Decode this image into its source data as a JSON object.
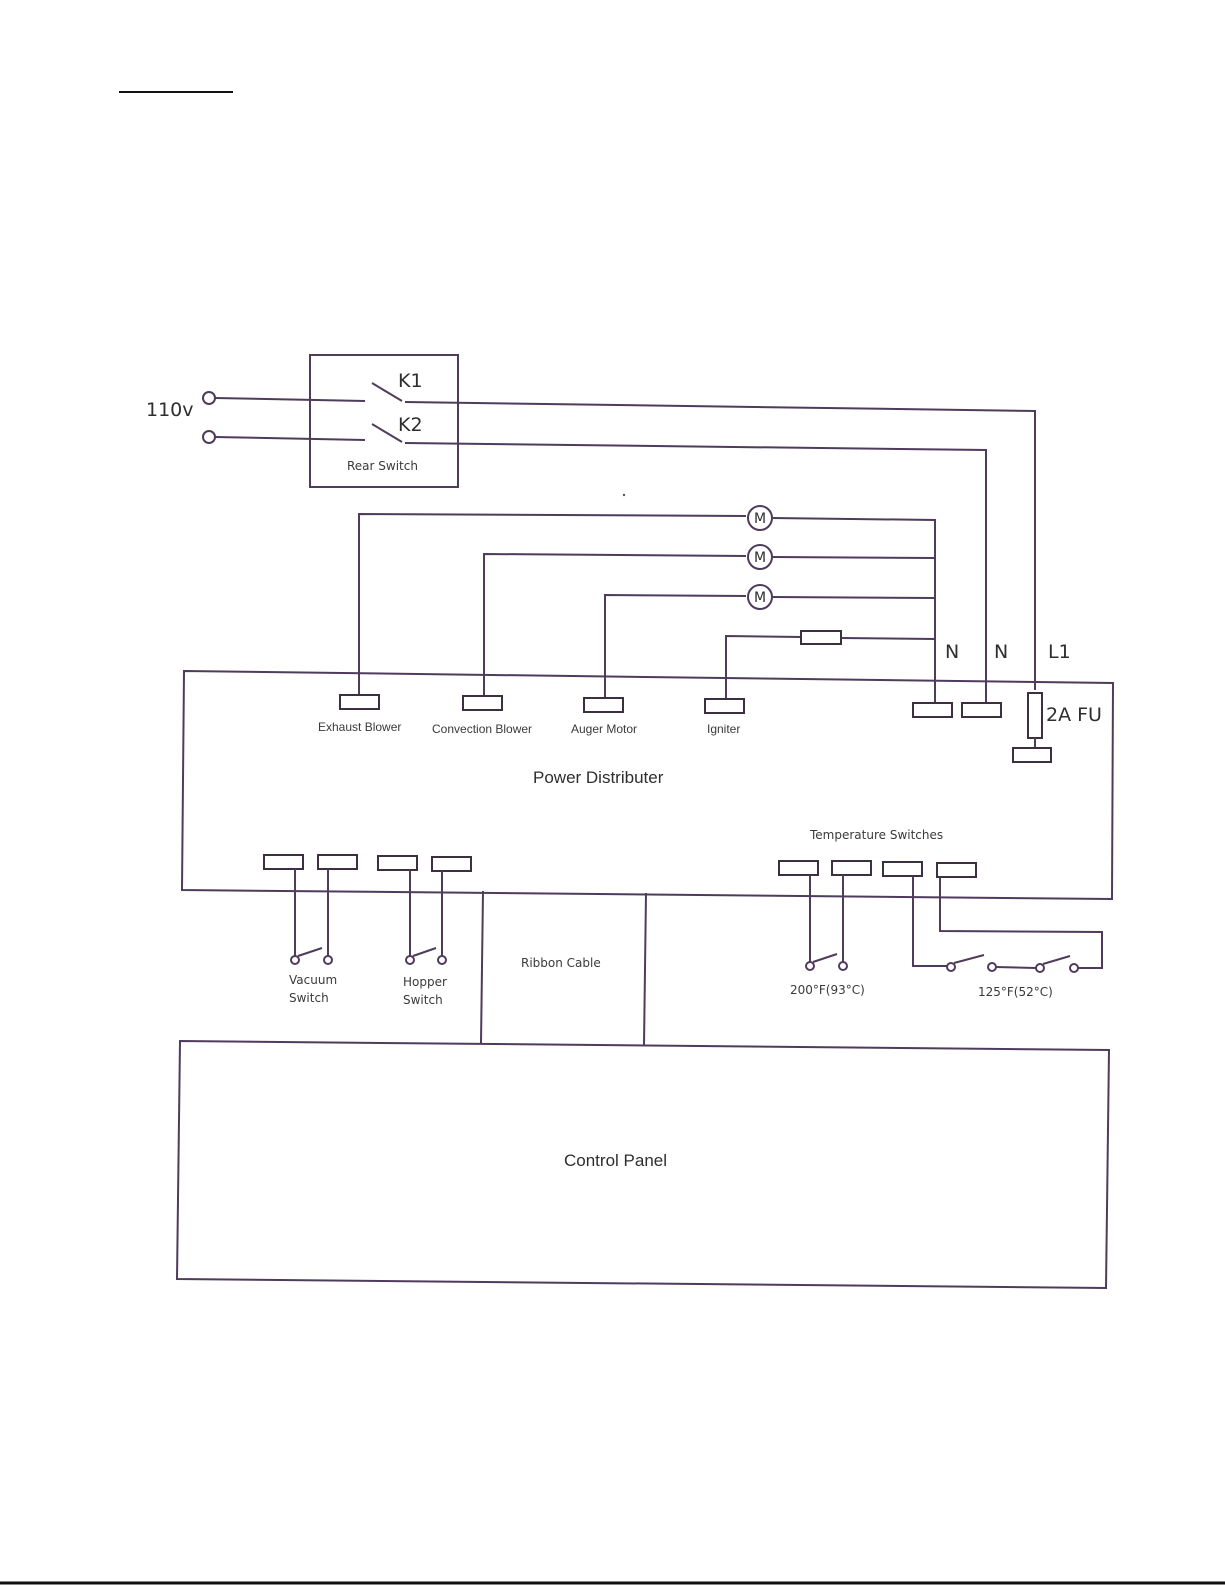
{
  "labels": {
    "supply_voltage": "110v",
    "rear_switch": "Rear Switch",
    "k1": "K1",
    "k2": "K2",
    "neutral_1": "N",
    "neutral_2": "N",
    "line_1": "L1",
    "fuse": "2A  FU",
    "motor_symbol": "M",
    "exhaust_blower": "Exhaust Blower",
    "convection_blower": "Convection Blower",
    "auger_motor": "Auger Motor",
    "igniter": "Igniter",
    "power_distributer": "Power Distributer",
    "temperature_switches": "Temperature Switches",
    "vacuum_switch_line1": "Vacuum",
    "vacuum_switch_line2": "Switch",
    "hopper_switch_line1": "Hopper",
    "hopper_switch_line2": "Switch",
    "ribbon_cable": "Ribbon Cable",
    "temp_200": "200°F(93°C)",
    "temp_125": "125°F(52°C)",
    "control_panel": "Control Panel"
  }
}
